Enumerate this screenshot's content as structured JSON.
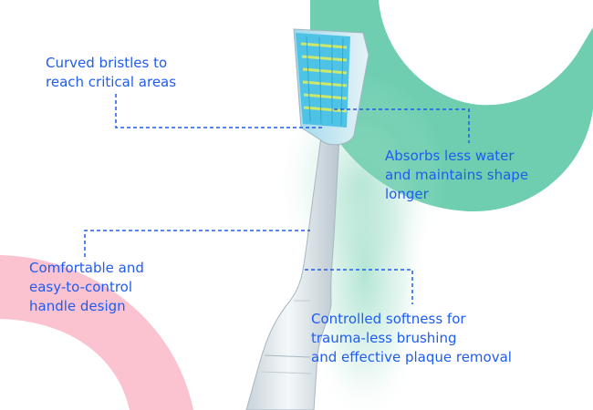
{
  "callouts": [
    {
      "text": "Curved bristles to\nreach critical areas"
    },
    {
      "text": "Absorbs less water\nand maintains shape\nlonger"
    },
    {
      "text": "Comfortable and\neasy-to-control\nhandle design"
    },
    {
      "text": "Controlled softness for\ntrauma-less brushing\nand effective plaque removal"
    }
  ],
  "colors": {
    "callout_text": "#1f5cf0",
    "leader_line": "#1f5cf0",
    "green_ring": "#6fceaf",
    "pink_ring": "#fbc3cf",
    "bristles": "#4fc3e6",
    "bristle_accent": "#cfe86a",
    "handle": "#dfe7ec"
  }
}
